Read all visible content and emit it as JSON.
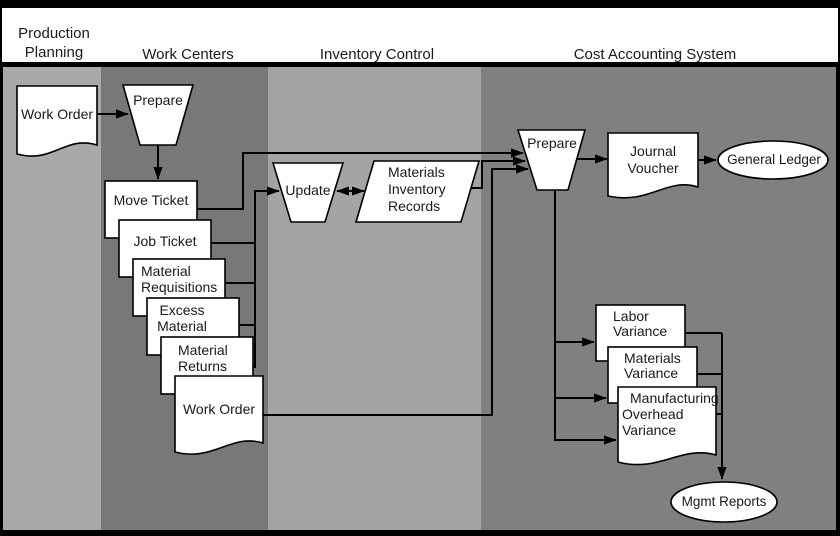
{
  "diagram_type": "flowchart",
  "header": {
    "lane1_line1": "Production",
    "lane1_line2": "Planning",
    "lane2": "Work Centers",
    "lane3": "Inventory Control",
    "lane4": "Cost Accounting System"
  },
  "nodes": {
    "work_order_pp": {
      "label": "Work Order",
      "shape": "document"
    },
    "prepare_wc": {
      "label": "Prepare",
      "shape": "manual-operation"
    },
    "move_ticket": {
      "label": "Move Ticket",
      "shape": "rectangle"
    },
    "job_ticket": {
      "label": "Job Ticket",
      "shape": "rectangle"
    },
    "material_requisitions": {
      "line1": "Material",
      "line2": "Requisitions",
      "shape": "rectangle"
    },
    "excess_material": {
      "line1": "Excess",
      "line2": "Material",
      "shape": "rectangle"
    },
    "material_returns": {
      "line1": "Material",
      "line2": "Returns",
      "shape": "rectangle"
    },
    "work_order_wc": {
      "label": "Work Order",
      "shape": "document"
    },
    "update": {
      "label": "Update",
      "shape": "manual-operation"
    },
    "materials_inventory_records": {
      "line1": "Materials",
      "line2": "Inventory",
      "line3": "Records",
      "shape": "parallelogram"
    },
    "prepare_ca": {
      "label": "Prepare",
      "shape": "manual-operation"
    },
    "journal_voucher": {
      "line1": "Journal",
      "line2": "Voucher",
      "shape": "document"
    },
    "general_ledger": {
      "label": "General Ledger",
      "shape": "ellipse"
    },
    "labor_variance": {
      "line1": "Labor",
      "line2": "Variance",
      "shape": "rectangle"
    },
    "materials_variance": {
      "line1": "Materials",
      "line2": "Variance",
      "shape": "rectangle"
    },
    "manufacturing_overhead_variance": {
      "line1": "Manufacturing",
      "line2": "Overhead",
      "line3": "Variance",
      "shape": "document"
    },
    "mgmt_reports": {
      "label": "Mgmt Reports",
      "shape": "ellipse"
    }
  },
  "colors": {
    "frame": "#000000",
    "header_bg": "#ffffff",
    "lane1_fill": "#a9a9a9",
    "lane2_fill": "#787878",
    "lane3_fill": "#a4a4a4",
    "lane4_fill": "#808080",
    "shape_fill": "#ffffff",
    "line": "#000000"
  }
}
